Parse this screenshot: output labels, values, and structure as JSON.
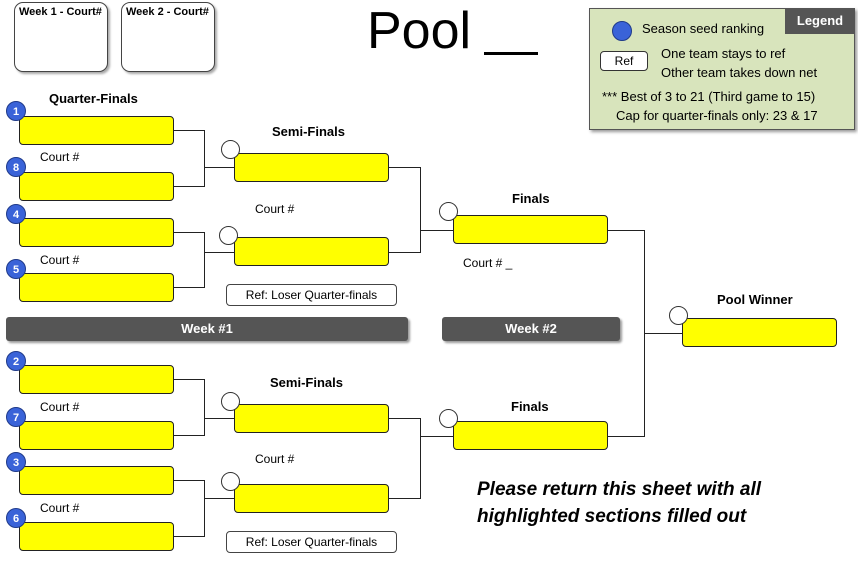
{
  "court_cards": [
    "Week 1 - Court#",
    "Week 2 - Court#"
  ],
  "title": "Pool __",
  "legend": {
    "tag": "Legend",
    "seed_text": "Season seed ranking",
    "ref_label": "Ref",
    "ref_line1": "One team stays to ref",
    "ref_line2": "Other team takes down net",
    "note1": "*** Best of 3 to 21 (Third game to 15)",
    "note2": "Cap for quarter-finals only: 23 & 17"
  },
  "labels": {
    "quarter_finals": "Quarter-Finals",
    "semi_finals": "Semi-Finals",
    "finals": "Finals",
    "pool_winner": "Pool Winner",
    "court": "Court #",
    "court_blank": "Court #  _",
    "ref_loser": "Ref: Loser Quarter-finals"
  },
  "seeds": [
    "1",
    "8",
    "4",
    "5",
    "2",
    "7",
    "3",
    "6"
  ],
  "weeks": [
    "Week #1",
    "Week #2"
  ],
  "return_note": "Please return this sheet with all highlighted sections filled out",
  "colors": {
    "slot": "#ffff00",
    "seed": "#3a63d8",
    "legend_bg": "#d8e4bc",
    "week_bar": "#555555"
  }
}
